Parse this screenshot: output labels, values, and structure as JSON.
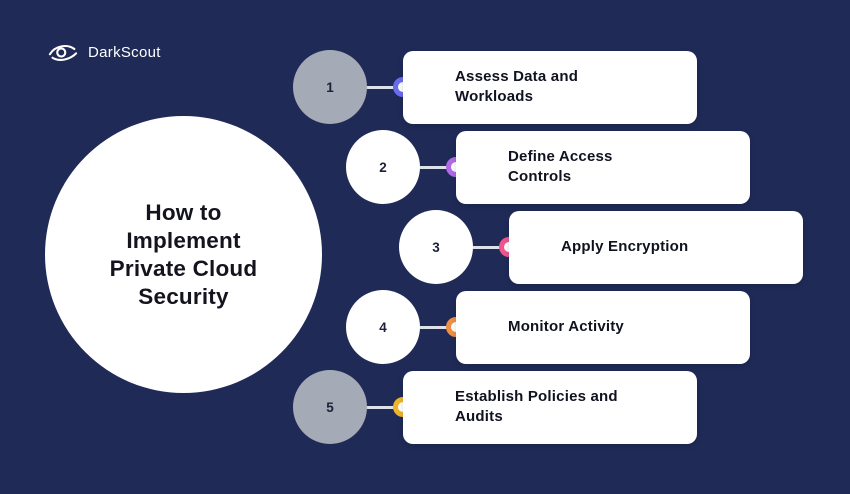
{
  "background_color": "#1f2a57",
  "brand": {
    "name": "DarkScout"
  },
  "hero": {
    "title": "How to Implement Private Cloud Security",
    "title_lines": [
      "How to",
      "Implement",
      "Private Cloud",
      "Security"
    ]
  },
  "steps": [
    {
      "number": "1",
      "label": "Assess Data and Workloads",
      "label_lines": [
        "Assess Data and",
        "Workloads"
      ],
      "accent": "#6a6cf0",
      "circle_color": "#a4aab6"
    },
    {
      "number": "2",
      "label": "Define Access Controls",
      "label_lines": [
        "Define Access",
        "Controls"
      ],
      "accent": "#b06ae8",
      "circle_color": "#ffffff"
    },
    {
      "number": "3",
      "label": "Apply Encryption",
      "label_lines": [
        "Apply Encryption"
      ],
      "accent": "#f0558c",
      "circle_color": "#ffffff"
    },
    {
      "number": "4",
      "label": "Monitor Activity",
      "label_lines": [
        "Monitor Activity"
      ],
      "accent": "#ee8f45",
      "circle_color": "#ffffff"
    },
    {
      "number": "5",
      "label": "Establish Policies and Audits",
      "label_lines": [
        "Establish Policies and",
        "Audits"
      ],
      "accent": "#f0b42a",
      "circle_color": "#a4aab6"
    }
  ]
}
